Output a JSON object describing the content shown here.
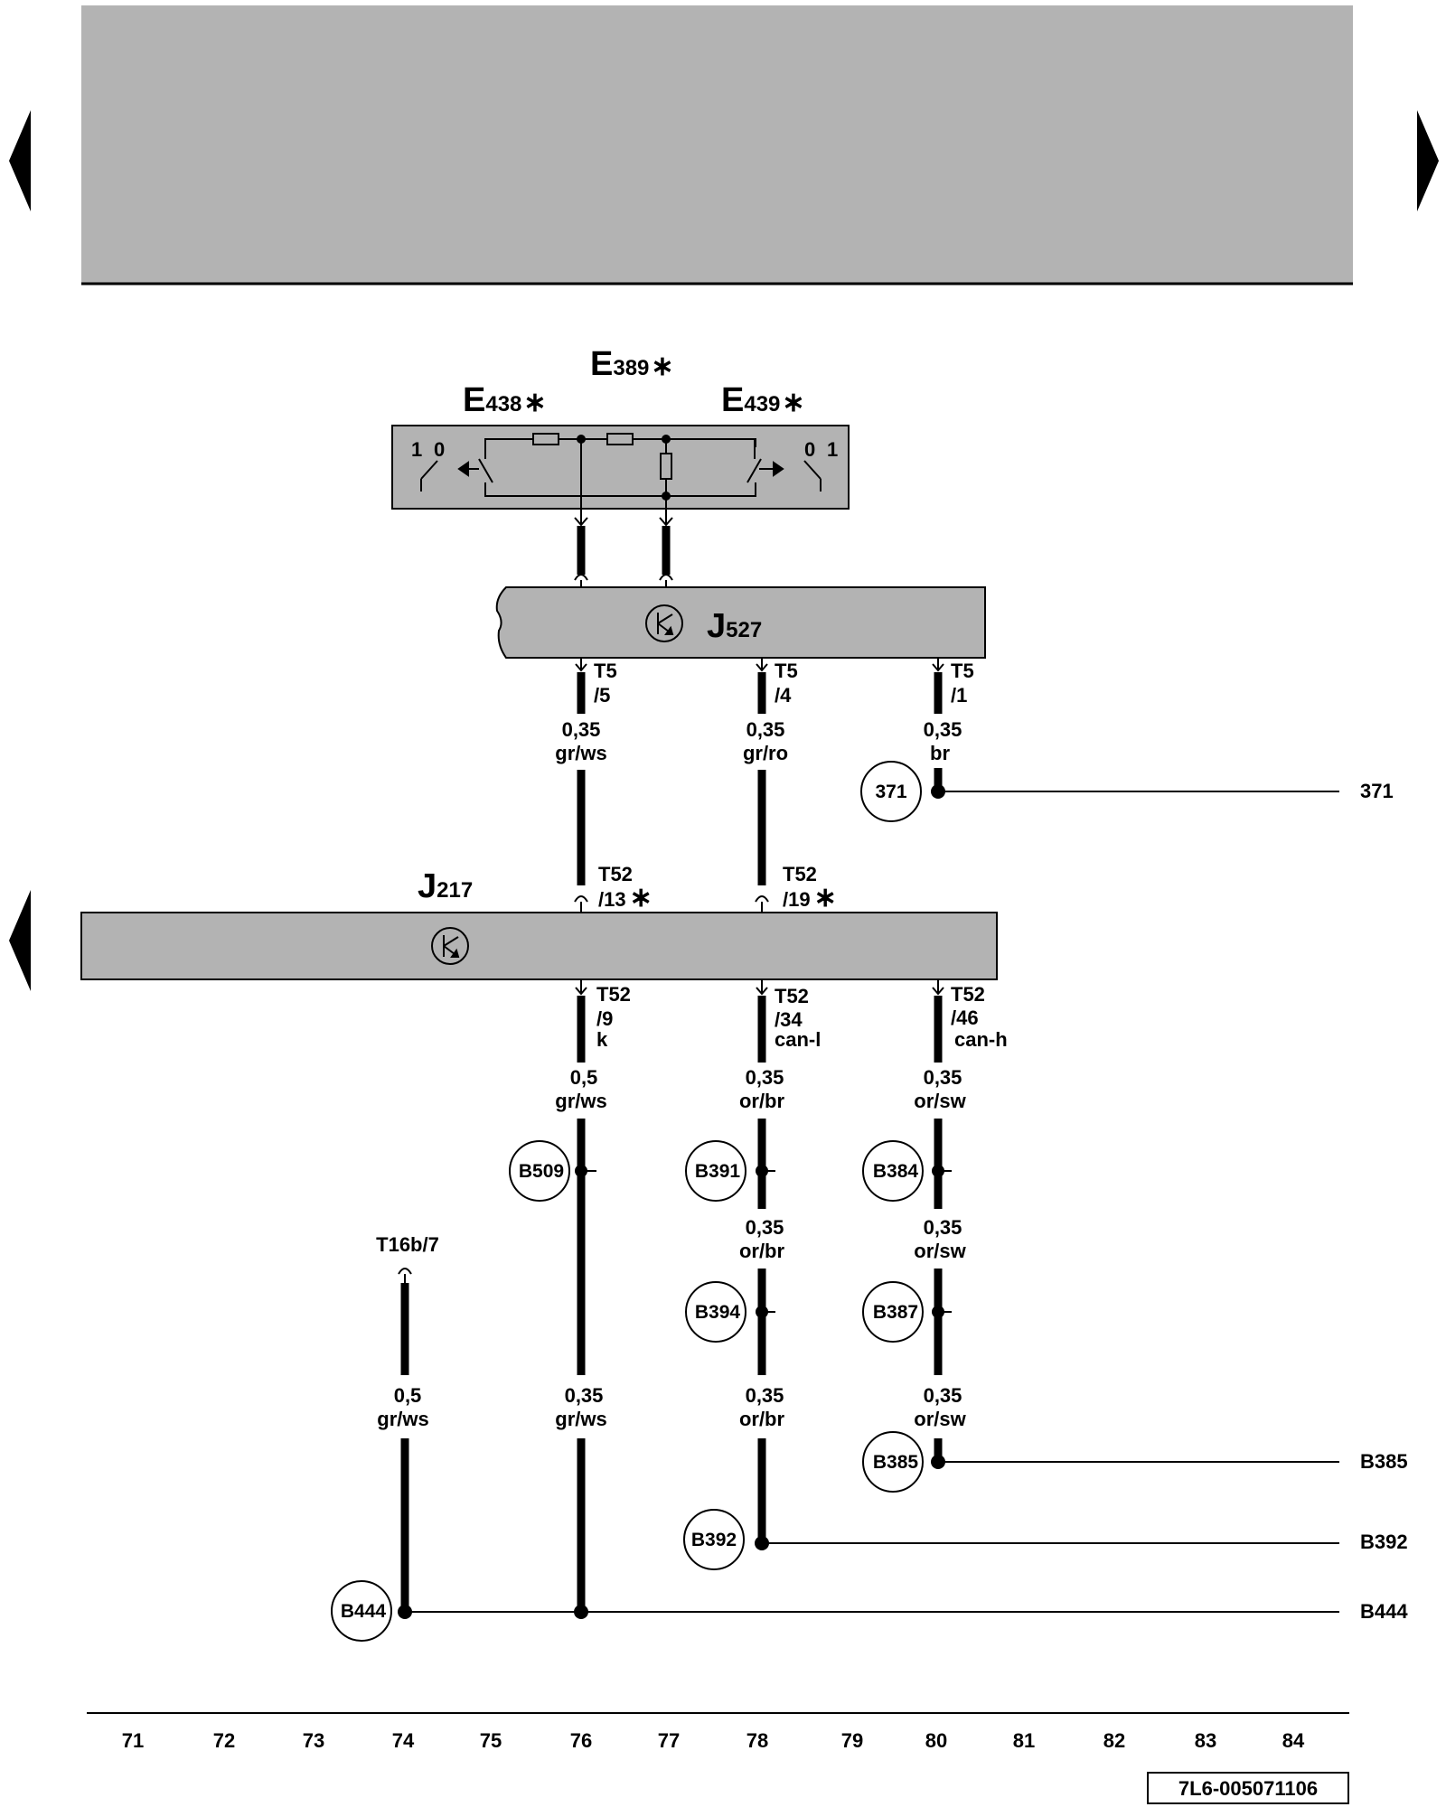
{
  "components": {
    "e389": {
      "letter": "E",
      "num": "389",
      "star": "∗"
    },
    "e438": {
      "letter": "E",
      "num": "438",
      "star": "∗"
    },
    "e439": {
      "letter": "E",
      "num": "439",
      "star": "∗"
    },
    "j527": {
      "letter": "J",
      "num": "527"
    },
    "j217": {
      "letter": "J",
      "num": "217"
    }
  },
  "switch_positions": {
    "left": [
      "1",
      "0"
    ],
    "right": [
      "0",
      "1"
    ]
  },
  "connectors": {
    "j527_c1": {
      "line1": "T5",
      "line2": "/5"
    },
    "j527_c2": {
      "line1": "T5",
      "line2": "/4"
    },
    "j527_c3": {
      "line1": "T5",
      "line2": "/1"
    },
    "j217_in1": {
      "line1": "T52",
      "line2": "/13",
      "star": "∗"
    },
    "j217_in2": {
      "line1": "T52",
      "line2": "/19",
      "star": "∗"
    },
    "j217_out1": {
      "line1": "T52",
      "line2": "/9",
      "line3": "k"
    },
    "j217_out2": {
      "line1": "T52",
      "line2": "/34",
      "line3": "can-l"
    },
    "j217_out3": {
      "line1": "T52",
      "line2": "/46",
      "line3": "can-h"
    },
    "t16b": {
      "label": "T16b/7"
    }
  },
  "wires": {
    "w1": {
      "size": "0,35",
      "color": "gr/ws"
    },
    "w2": {
      "size": "0,35",
      "color": "gr/ro"
    },
    "w3": {
      "size": "0,35",
      "color": "br"
    },
    "w4": {
      "size": "0,5",
      "color": "gr/ws"
    },
    "w5": {
      "size": "0,35",
      "color": "or/br"
    },
    "w6": {
      "size": "0,35",
      "color": "or/sw"
    },
    "w7": {
      "size": "0,35",
      "color": "or/br"
    },
    "w8": {
      "size": "0,35",
      "color": "or/sw"
    },
    "w9": {
      "size": "0,5",
      "color": "gr/ws"
    },
    "w10": {
      "size": "0,35",
      "color": "gr/ws"
    },
    "w11": {
      "size": "0,35",
      "color": "or/br"
    },
    "w12": {
      "size": "0,35",
      "color": "or/sw"
    }
  },
  "connection_points": {
    "p371": "371",
    "b509": "B509",
    "b391": "B391",
    "b384": "B384",
    "b394": "B394",
    "b387": "B387",
    "b385": "B385",
    "b392": "B392",
    "b444": "B444"
  },
  "side_labels": {
    "p371": "371",
    "b385": "B385",
    "b392": "B392",
    "b444": "B444"
  },
  "track_numbers": [
    "71",
    "72",
    "73",
    "74",
    "75",
    "76",
    "77",
    "78",
    "79",
    "80",
    "81",
    "82",
    "83",
    "84"
  ],
  "diagram_code": "7L6-005071106",
  "colors": {
    "header_band": "#b3b3b3",
    "component_fill": "#b3b3b3",
    "line": "#000000",
    "background": "#ffffff"
  }
}
